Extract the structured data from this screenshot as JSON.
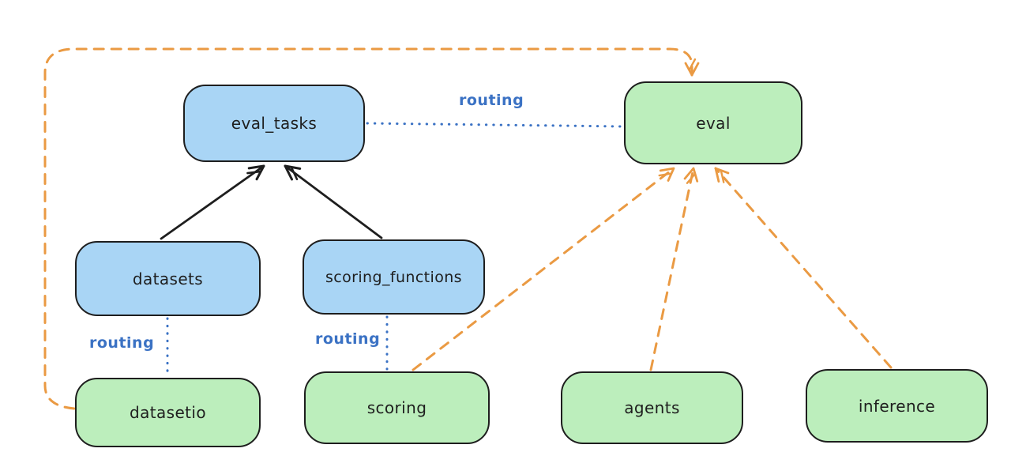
{
  "diagram": {
    "background": "#ffffff",
    "colors": {
      "api_box_fill": "#a9d5f5",
      "provider_box_fill": "#bceebc",
      "box_border": "#1e1e1e",
      "routing_line_and_label": "#3b72c4",
      "dependency_arrow": "#1e1e1e",
      "provider_arrow": "#ea9a43"
    },
    "nodes": {
      "eval_tasks": {
        "label": "eval_tasks",
        "color": "#a9d5f5"
      },
      "eval": {
        "label": "eval",
        "color": "#bceebc"
      },
      "datasets": {
        "label": "datasets",
        "color": "#a9d5f5"
      },
      "scoring_functions": {
        "label": "scoring_functions",
        "color": "#a9d5f5"
      },
      "datasetio": {
        "label": "datasetio",
        "color": "#bceebc"
      },
      "scoring": {
        "label": "scoring",
        "color": "#bceebc"
      },
      "agents": {
        "label": "agents",
        "color": "#bceebc"
      },
      "inference": {
        "label": "inference",
        "color": "#bceebc"
      }
    },
    "edge_labels": {
      "eval_tasks_eval": "routing",
      "datasets_datasetio": "routing",
      "scoring_functions_scoring": "routing"
    },
    "edges": [
      {
        "from": "eval_tasks",
        "to": "eval",
        "style": "blue-dotted",
        "label": "routing"
      },
      {
        "from": "datasets",
        "to": "datasetio",
        "style": "blue-dotted",
        "label": "routing"
      },
      {
        "from": "scoring_functions",
        "to": "scoring",
        "style": "blue-dotted",
        "label": "routing"
      },
      {
        "from": "datasets",
        "to": "eval_tasks",
        "style": "black-solid-arrow"
      },
      {
        "from": "scoring_functions",
        "to": "eval_tasks",
        "style": "black-solid-arrow"
      },
      {
        "from": "scoring",
        "to": "eval",
        "style": "orange-dashed-arrow"
      },
      {
        "from": "agents",
        "to": "eval",
        "style": "orange-dashed-arrow"
      },
      {
        "from": "inference",
        "to": "eval",
        "style": "orange-dashed-arrow"
      },
      {
        "from": "datasetio",
        "to": "eval",
        "style": "orange-dashed-arrow",
        "route": "left-top-loop"
      }
    ]
  }
}
